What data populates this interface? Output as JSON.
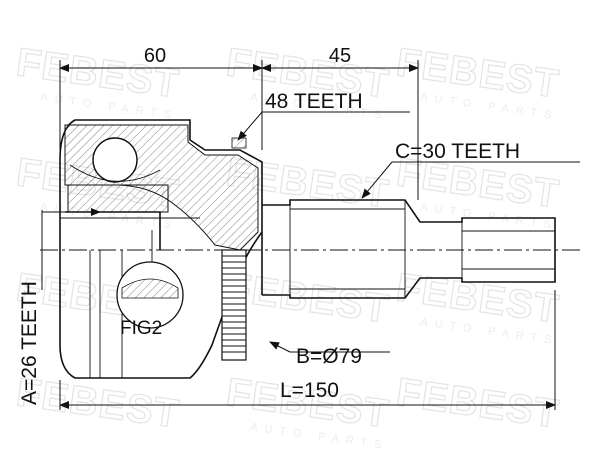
{
  "watermark": {
    "brand": "FEBEST",
    "tagline": "AUTO PARTS"
  },
  "dimensions": {
    "left_length": "60",
    "right_length": "45",
    "total_length": "L=150"
  },
  "callouts": {
    "abs_ring_teeth": "48 TEETH",
    "outer_spline": "C=30 TEETH",
    "inner_spline": "A=26 TEETH",
    "seal_diameter": "B=Ø79",
    "figure_ref": "FIG2"
  }
}
